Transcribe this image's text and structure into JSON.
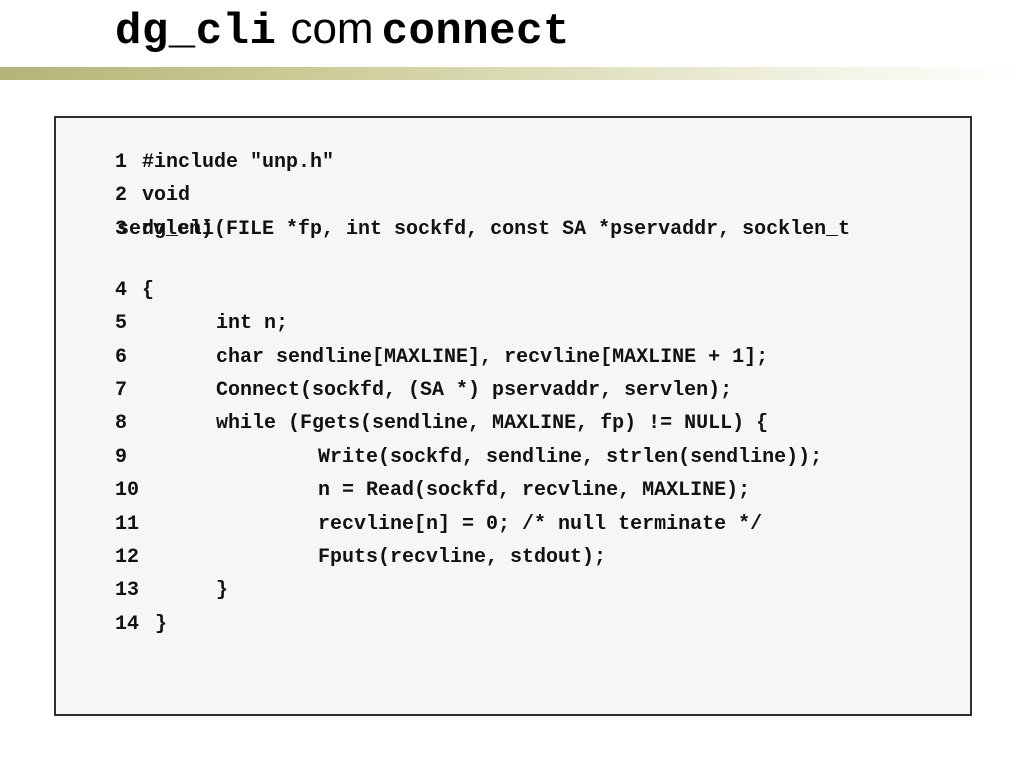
{
  "title": {
    "part1": "dg_cli",
    "part2": "com",
    "part3": "connect"
  },
  "code": {
    "lines": [
      {
        "num": "1",
        "text": "#include \"unp.h\""
      },
      {
        "num": "2",
        "text": "void"
      },
      {
        "num": "3",
        "text": "dg_cli(FILE *fp, int sockfd, const SA *pservaddr, socklen_t",
        "cont": "servlen)"
      },
      {
        "num": "4",
        "text": "{"
      },
      {
        "num": "5",
        "text": "int n;"
      },
      {
        "num": "6",
        "text": "char sendline[MAXLINE], recvline[MAXLINE + 1];"
      },
      {
        "num": "7",
        "text": "Connect(sockfd, (SA *) pservaddr, servlen);"
      },
      {
        "num": "8",
        "text": "while (Fgets(sendline, MAXLINE, fp) != NULL) {"
      },
      {
        "num": "9",
        "text": "Write(sockfd, sendline, strlen(sendline));"
      },
      {
        "num": "10",
        "text": "n = Read(sockfd, recvline, MAXLINE);"
      },
      {
        "num": "11",
        "text": "recvline[n] = 0; /* null terminate */"
      },
      {
        "num": "12",
        "text": "Fputs(recvline, stdout);"
      },
      {
        "num": "13",
        "text": "}"
      },
      {
        "num": "14",
        "text": "}"
      }
    ]
  }
}
